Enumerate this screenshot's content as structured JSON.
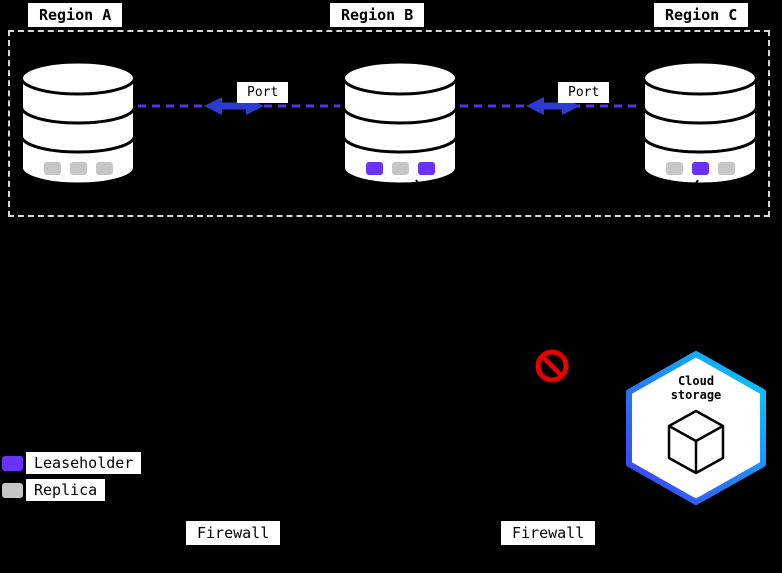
{
  "diagram": {
    "regions": [
      {
        "label": "Region A",
        "replicas": [
          "replica",
          "replica",
          "replica"
        ]
      },
      {
        "label": "Region B",
        "replicas": [
          "leaseholder",
          "replica",
          "leaseholder"
        ]
      },
      {
        "label": "Region C",
        "replicas": [
          "replica",
          "leaseholder",
          "replica"
        ]
      }
    ],
    "connections": [
      {
        "label": "Port"
      },
      {
        "label": "Port"
      }
    ],
    "firewalls": [
      {
        "label": "Firewall"
      },
      {
        "label": "Firewall"
      }
    ],
    "legend": [
      {
        "type": "leaseholder",
        "label": "Leaseholder"
      },
      {
        "type": "replica",
        "label": "Replica"
      }
    ],
    "cloud_storage": {
      "label": "Cloud storage"
    },
    "icons": {
      "database": "database-cylinder-icon",
      "prohibited": "no-entry-icon",
      "cloud_cube": "cube-icon"
    }
  },
  "colors": {
    "leaseholder": "#6933ff",
    "replica": "#c6c6c6",
    "arrow_dash": "#5a2ff0",
    "arrow_solid": "#2d3ccc",
    "prohibited": "#e60000",
    "hex_gradient_start": "#00d2ff",
    "hex_gradient_end": "#4338f5",
    "background": "#000000",
    "label_bg": "#ffffff"
  }
}
